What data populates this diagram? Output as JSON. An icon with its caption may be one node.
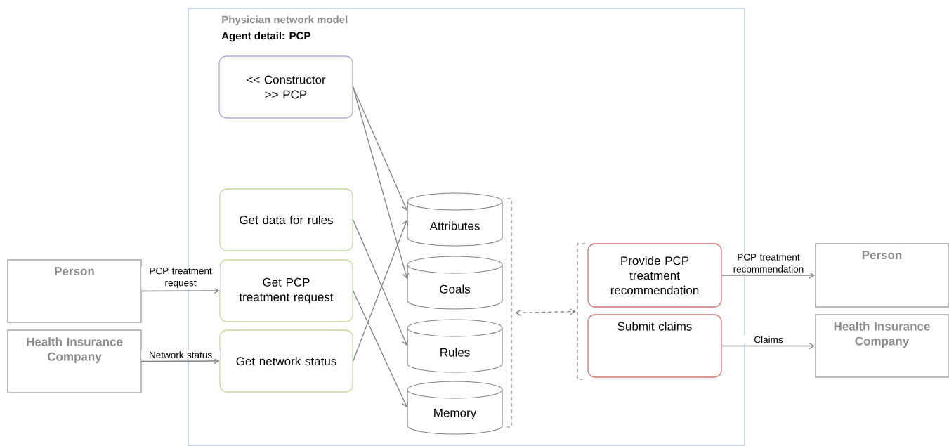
{
  "diagram": {
    "nodes": [
      {
        "text": [
          "Physician network model",
          "Agent detail:  PCP"
        ]
      },
      {
        "text": [
          "<< Constructor >> PCP"
        ],
        "in": 0
      },
      {
        "text": [
          "Get data for rules"
        ],
        "in": 0
      },
      {
        "text": [
          "Get PCP treatment request"
        ],
        "in": 0
      },
      {
        "text": [
          "Get network status"
        ],
        "in": 0
      },
      {
        "text": [
          "Attributes"
        ],
        "in": 0
      },
      {
        "text": [
          "Goals"
        ],
        "in": 0
      },
      {
        "text": [
          "Rules"
        ],
        "in": 0
      },
      {
        "text": [
          "Memory"
        ],
        "in": 0
      },
      {
        "text": [],
        "shape": "bracket",
        "in": 0
      },
      {
        "text": [],
        "shape": "bracket",
        "in": 0
      },
      {
        "text": [
          "Provide PCP treatment recommendation"
        ],
        "in": 0
      },
      {
        "text": [
          "Submit claims"
        ],
        "in": 0
      },
      {
        "text": [
          "Person"
        ]
      },
      {
        "text": [
          "Health Insurance Company"
        ]
      },
      {
        "text": [
          "Person"
        ]
      },
      {
        "text": [
          "Health Insurance Company"
        ]
      }
    ],
    "edges": [
      {
        "from": 1,
        "to": 5,
        "arrow": "to"
      },
      {
        "from": 1,
        "to": 6,
        "arrow": "to"
      },
      {
        "from": 2,
        "to": 7,
        "arrow": "to"
      },
      {
        "from": 3,
        "to": 8,
        "arrow": "to"
      },
      {
        "from": 4,
        "to": 5,
        "arrow": "to"
      },
      {
        "from": 13,
        "to": 3,
        "arrow": "to",
        "label": "PCP treatment request"
      },
      {
        "from": 14,
        "to": 4,
        "arrow": "to",
        "label": "Network status"
      },
      {
        "from": 9,
        "to": 10,
        "arrow": "both",
        "style": "dashed"
      },
      {
        "from": 11,
        "to": 15,
        "arrow": "to",
        "label": "PCP treatment recommendation"
      },
      {
        "from": 12,
        "to": 16,
        "arrow": "to",
        "label": "Claims"
      }
    ]
  }
}
